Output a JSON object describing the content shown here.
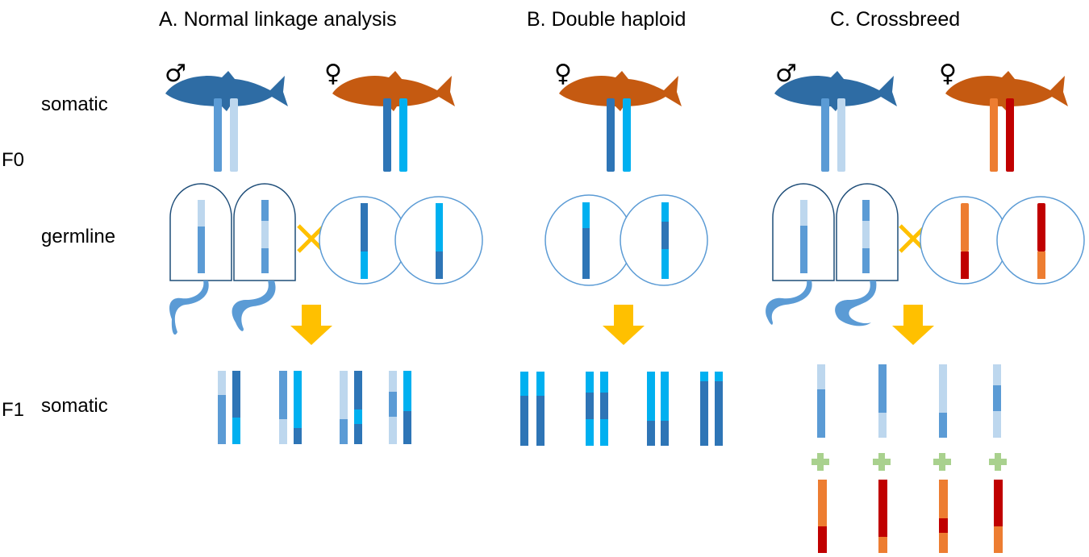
{
  "panels": {
    "a_title": "A. Normal linkage analysis",
    "b_title": "B. Double haploid",
    "c_title": "C. Crossbreed"
  },
  "row_labels": {
    "f0": "F0",
    "f1": "F1",
    "somatic_top": "somatic",
    "germline": "germline",
    "somatic_bottom": "somatic"
  },
  "symbols": {
    "male": "♂",
    "female": "♀"
  },
  "colors": {
    "fish_male": "#2e6ca4",
    "fish_female": "#c55a11",
    "chrom_mid_blue": "#5b9bd5",
    "chrom_pale_blue": "#bdd7ee",
    "chrom_dark_blue": "#2e75b6",
    "chrom_cyan": "#00b0f0",
    "chrom_orange": "#ed7d31",
    "chrom_red": "#c00000",
    "cross_mark": "#ffc000",
    "arrow": "#ffc000",
    "plus": "#a9d18e",
    "cell_outline": "#5b9bd5",
    "sperm_outline": "#1f4e79"
  }
}
